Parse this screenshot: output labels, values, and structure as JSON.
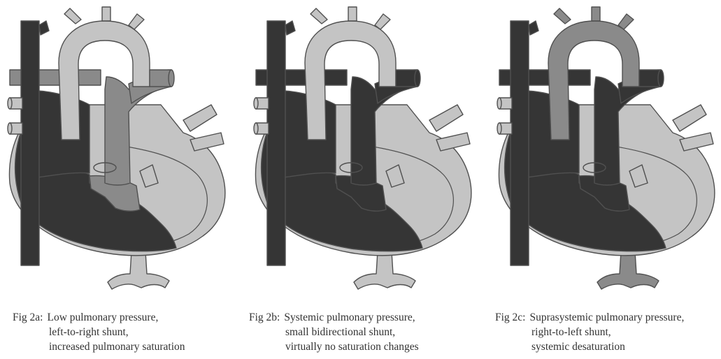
{
  "colors": {
    "dark": "#353535",
    "light": "#c4c4c4",
    "mid": "#8a8a8a",
    "outline": "#505050",
    "background": "#ffffff"
  },
  "panels": [
    {
      "fig_label": "Fig 2a:",
      "lines": [
        "Low pulmonary pressure,",
        "left-to-right shunt,",
        "increased pulmonary saturation"
      ],
      "shunt_fill": "mid",
      "pulm_trunk_fill": "mid",
      "lower_vessel_fill": "light",
      "aorta_fill": "light"
    },
    {
      "fig_label": "Fig 2b:",
      "lines": [
        "Systemic pulmonary pressure,",
        "small bidirectional shunt,",
        "virtually no saturation changes"
      ],
      "shunt_fill": "dark",
      "pulm_trunk_fill": "dark",
      "lower_vessel_fill": "light",
      "aorta_fill": "light"
    },
    {
      "fig_label": "Fig 2c:",
      "lines": [
        "Suprasystemic pulmonary pressure,",
        "right-to-left shunt,",
        "systemic desaturation"
      ],
      "shunt_fill": "dark",
      "pulm_trunk_fill": "dark",
      "lower_vessel_fill": "mid",
      "aorta_fill": "mid"
    }
  ]
}
